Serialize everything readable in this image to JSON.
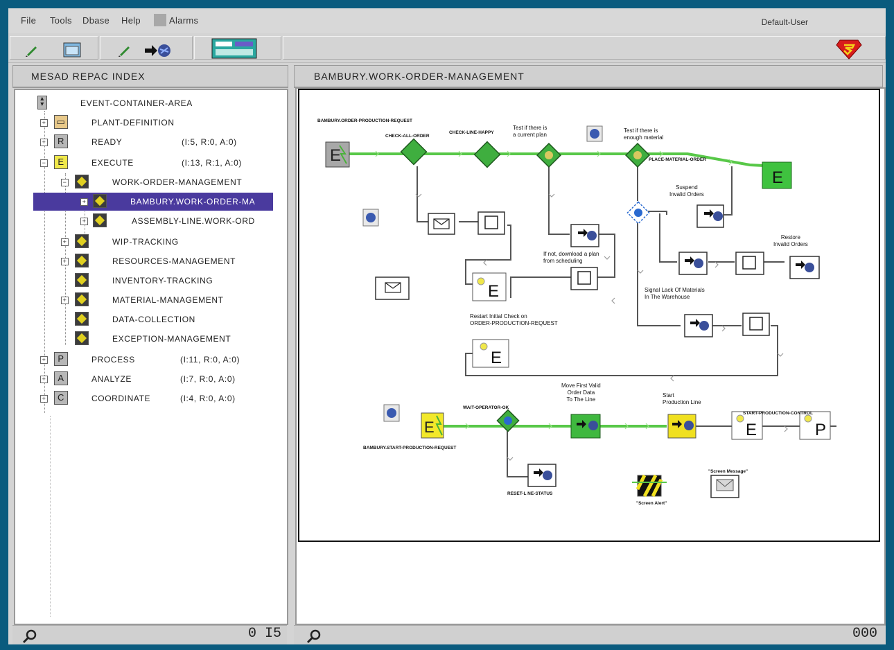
{
  "menubar": {
    "items": [
      "File",
      "Tools",
      "Dbase",
      "Help",
      "Alarms"
    ],
    "user": "Default-User"
  },
  "toolbar": {
    "buttons": [
      "edit-icon",
      "window-icon",
      "edit-icon",
      "send-icon",
      "panel-icon"
    ],
    "logo": "superman-logo"
  },
  "left_panel": {
    "title": "MESAD REPAC INDEX",
    "tree": [
      {
        "label": "EVENT-CONTAINER-AREA",
        "stats": ""
      },
      {
        "label": "PLANT-DEFINITION",
        "stats": ""
      },
      {
        "label": "READY",
        "icon_letter": "R",
        "stats": "(I:5, R:0, A:0)"
      },
      {
        "label": "EXECUTE",
        "icon_letter": "E",
        "stats": "(I:13, R:1, A:0)"
      },
      {
        "label": "WORK-ORDER-MANAGEMENT",
        "stats": ""
      },
      {
        "label": "BAMBURY.WORK-ORDER-MA",
        "stats": ""
      },
      {
        "label": "ASSEMBLY-LINE.WORK-ORD",
        "stats": ""
      },
      {
        "label": "WIP-TRACKING",
        "stats": ""
      },
      {
        "label": "RESOURCES-MANAGEMENT",
        "stats": ""
      },
      {
        "label": "INVENTORY-TRACKING",
        "stats": ""
      },
      {
        "label": "MATERIAL-MANAGEMENT",
        "stats": ""
      },
      {
        "label": "DATA-COLLECTION",
        "stats": ""
      },
      {
        "label": "EXCEPTION-MANAGEMENT",
        "stats": ""
      },
      {
        "label": "PROCESS",
        "icon_letter": "P",
        "stats": "(I:11, R:0, A:0)"
      },
      {
        "label": "ANALYZE",
        "icon_letter": "A",
        "stats": "(I:7, R:0, A:0)"
      },
      {
        "label": "COORDINATE",
        "icon_letter": "C",
        "stats": "(I:4, R:0, A:0)"
      }
    ],
    "status": "0 I5"
  },
  "right_panel": {
    "title": "BAMBURY.WORK-ORDER-MANAGEMENT",
    "status": "000",
    "diagram": {
      "labels": {
        "request1": "BAMBURY.ORDER-PRODUCTION-REQUEST",
        "check_order": "CHECK-ALL-ORDER",
        "check_line": "CHECK-LINE-HAPPY",
        "test_plan": "Test if there is\na current plan",
        "test_material": "Test if there is\nenough material",
        "place_material": "PLACE-MATERIAL-ORDER",
        "suspend": "Suspend\nInvalid Orders",
        "restore": "Restore\nInvalid Orders",
        "download": "If not, download a plan\nfrom scheduling",
        "signal_lack": "Signal Lack Of Materials\nIn The Warehouse",
        "restart": "Restart Initial Check on\nORDER-PRODUCTION-REQUEST",
        "wait_operator": "WAIT-OPERATOR-OK",
        "move_data": "Move First Valid\nOrder Data\nTo The Line",
        "start_production": "Start\nProduction Line",
        "start_cell": "START-PRODUCTION-CONTROL",
        "request2": "BAMBURY.START-PRODUCTION-REQUEST",
        "reset_status": "RESET-L NE-STATUS",
        "screen_message": "\"Screen Message\"",
        "screen_alert": "\"Screen Alert\""
      }
    }
  }
}
